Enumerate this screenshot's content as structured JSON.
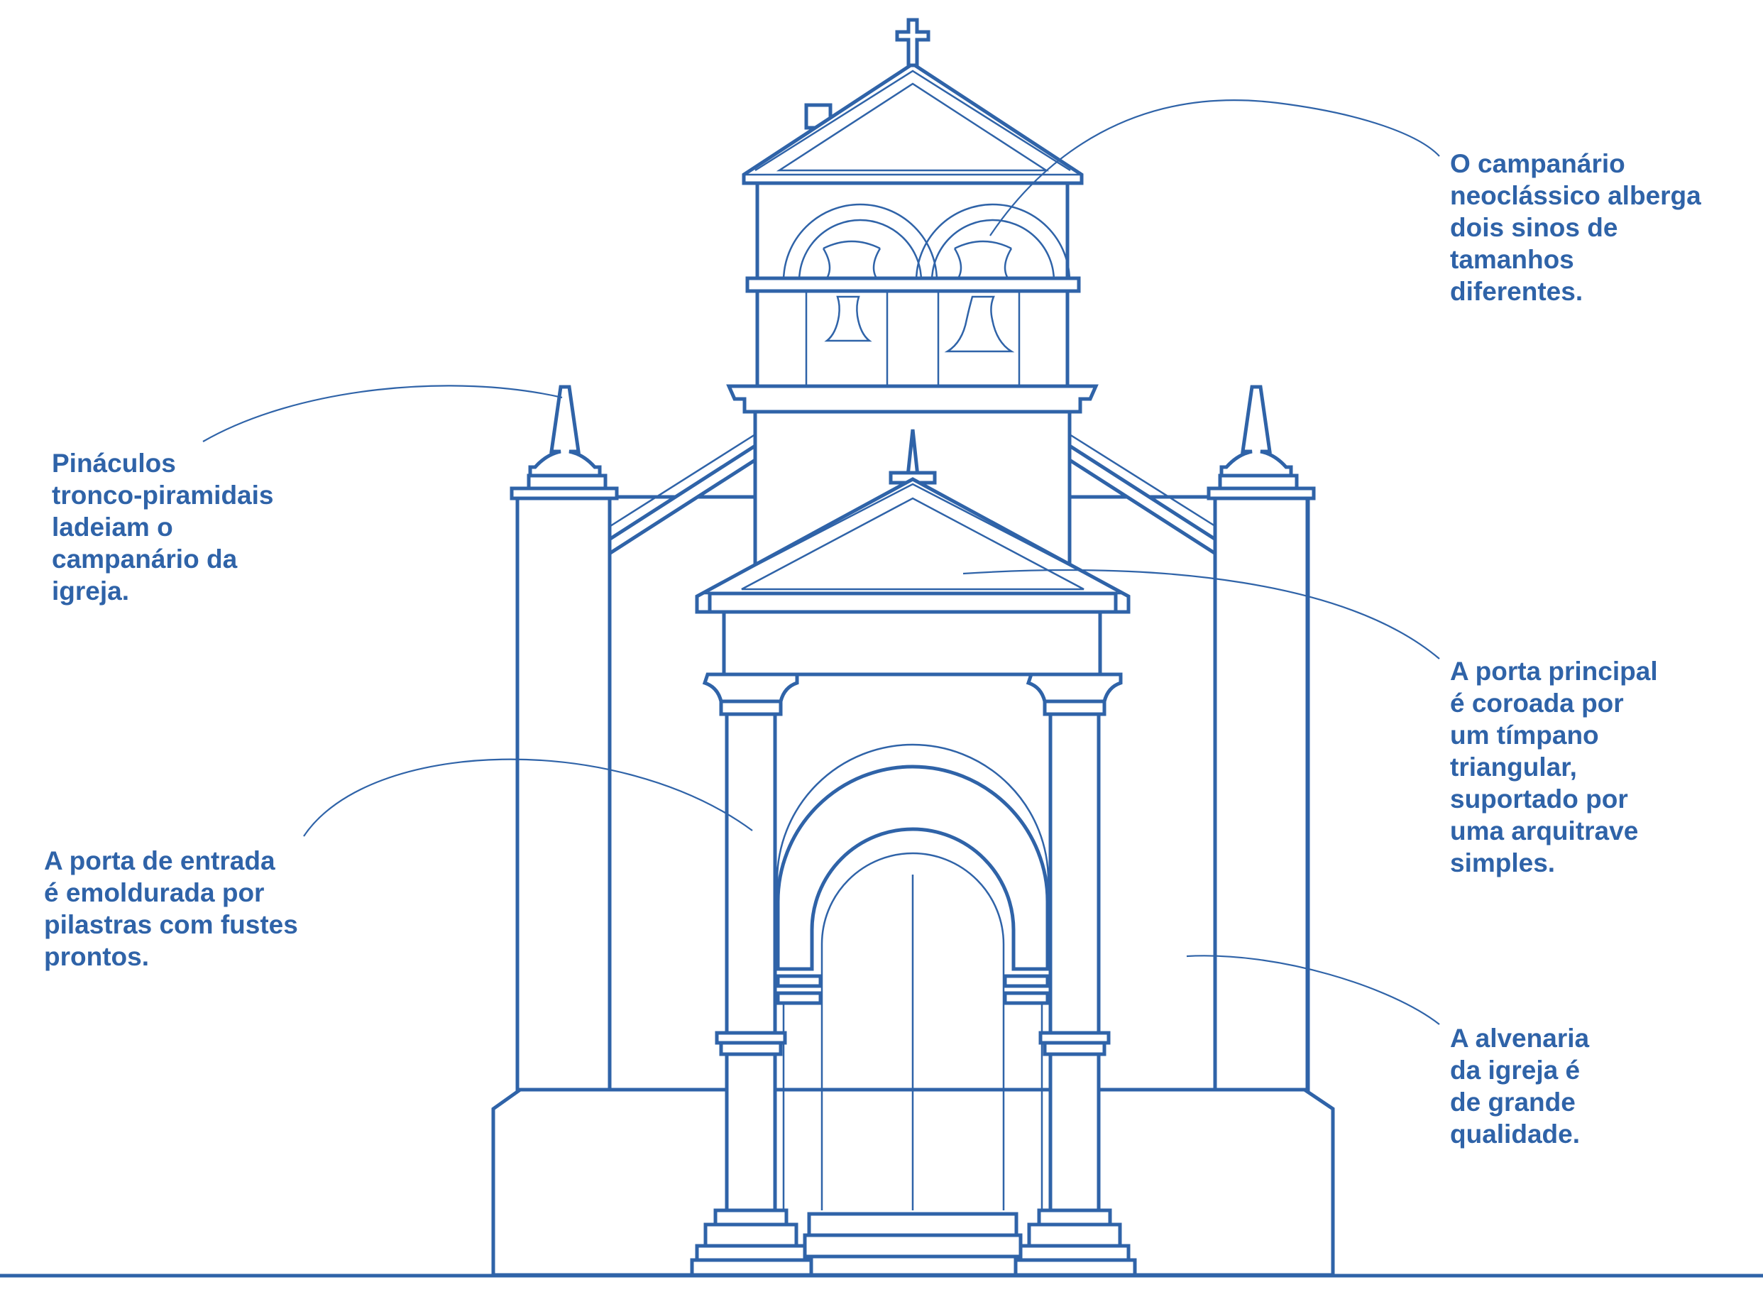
{
  "colors": {
    "ink": "#2f63a8",
    "background": "#ffffff"
  },
  "annotations": {
    "bell_tower": "O campanário\nneoclássico alberga\ndois sinos de\ntamanhos\ndiferentes.",
    "pinnacles": "Pináculos\ntronco-piramidais\nladeiam o\ncampanário da\nigreja.",
    "main_door": "A porta principal\né coroada por\num tímpano\ntriangular,\nsuportado por\numa arquitrave\nsimples.",
    "pilasters": "A porta de entrada\né emoldurada por\npilastras com fustes\nprontos.",
    "masonry": "A alvenaria\nda igreja é\nde grande\nqualidade."
  }
}
